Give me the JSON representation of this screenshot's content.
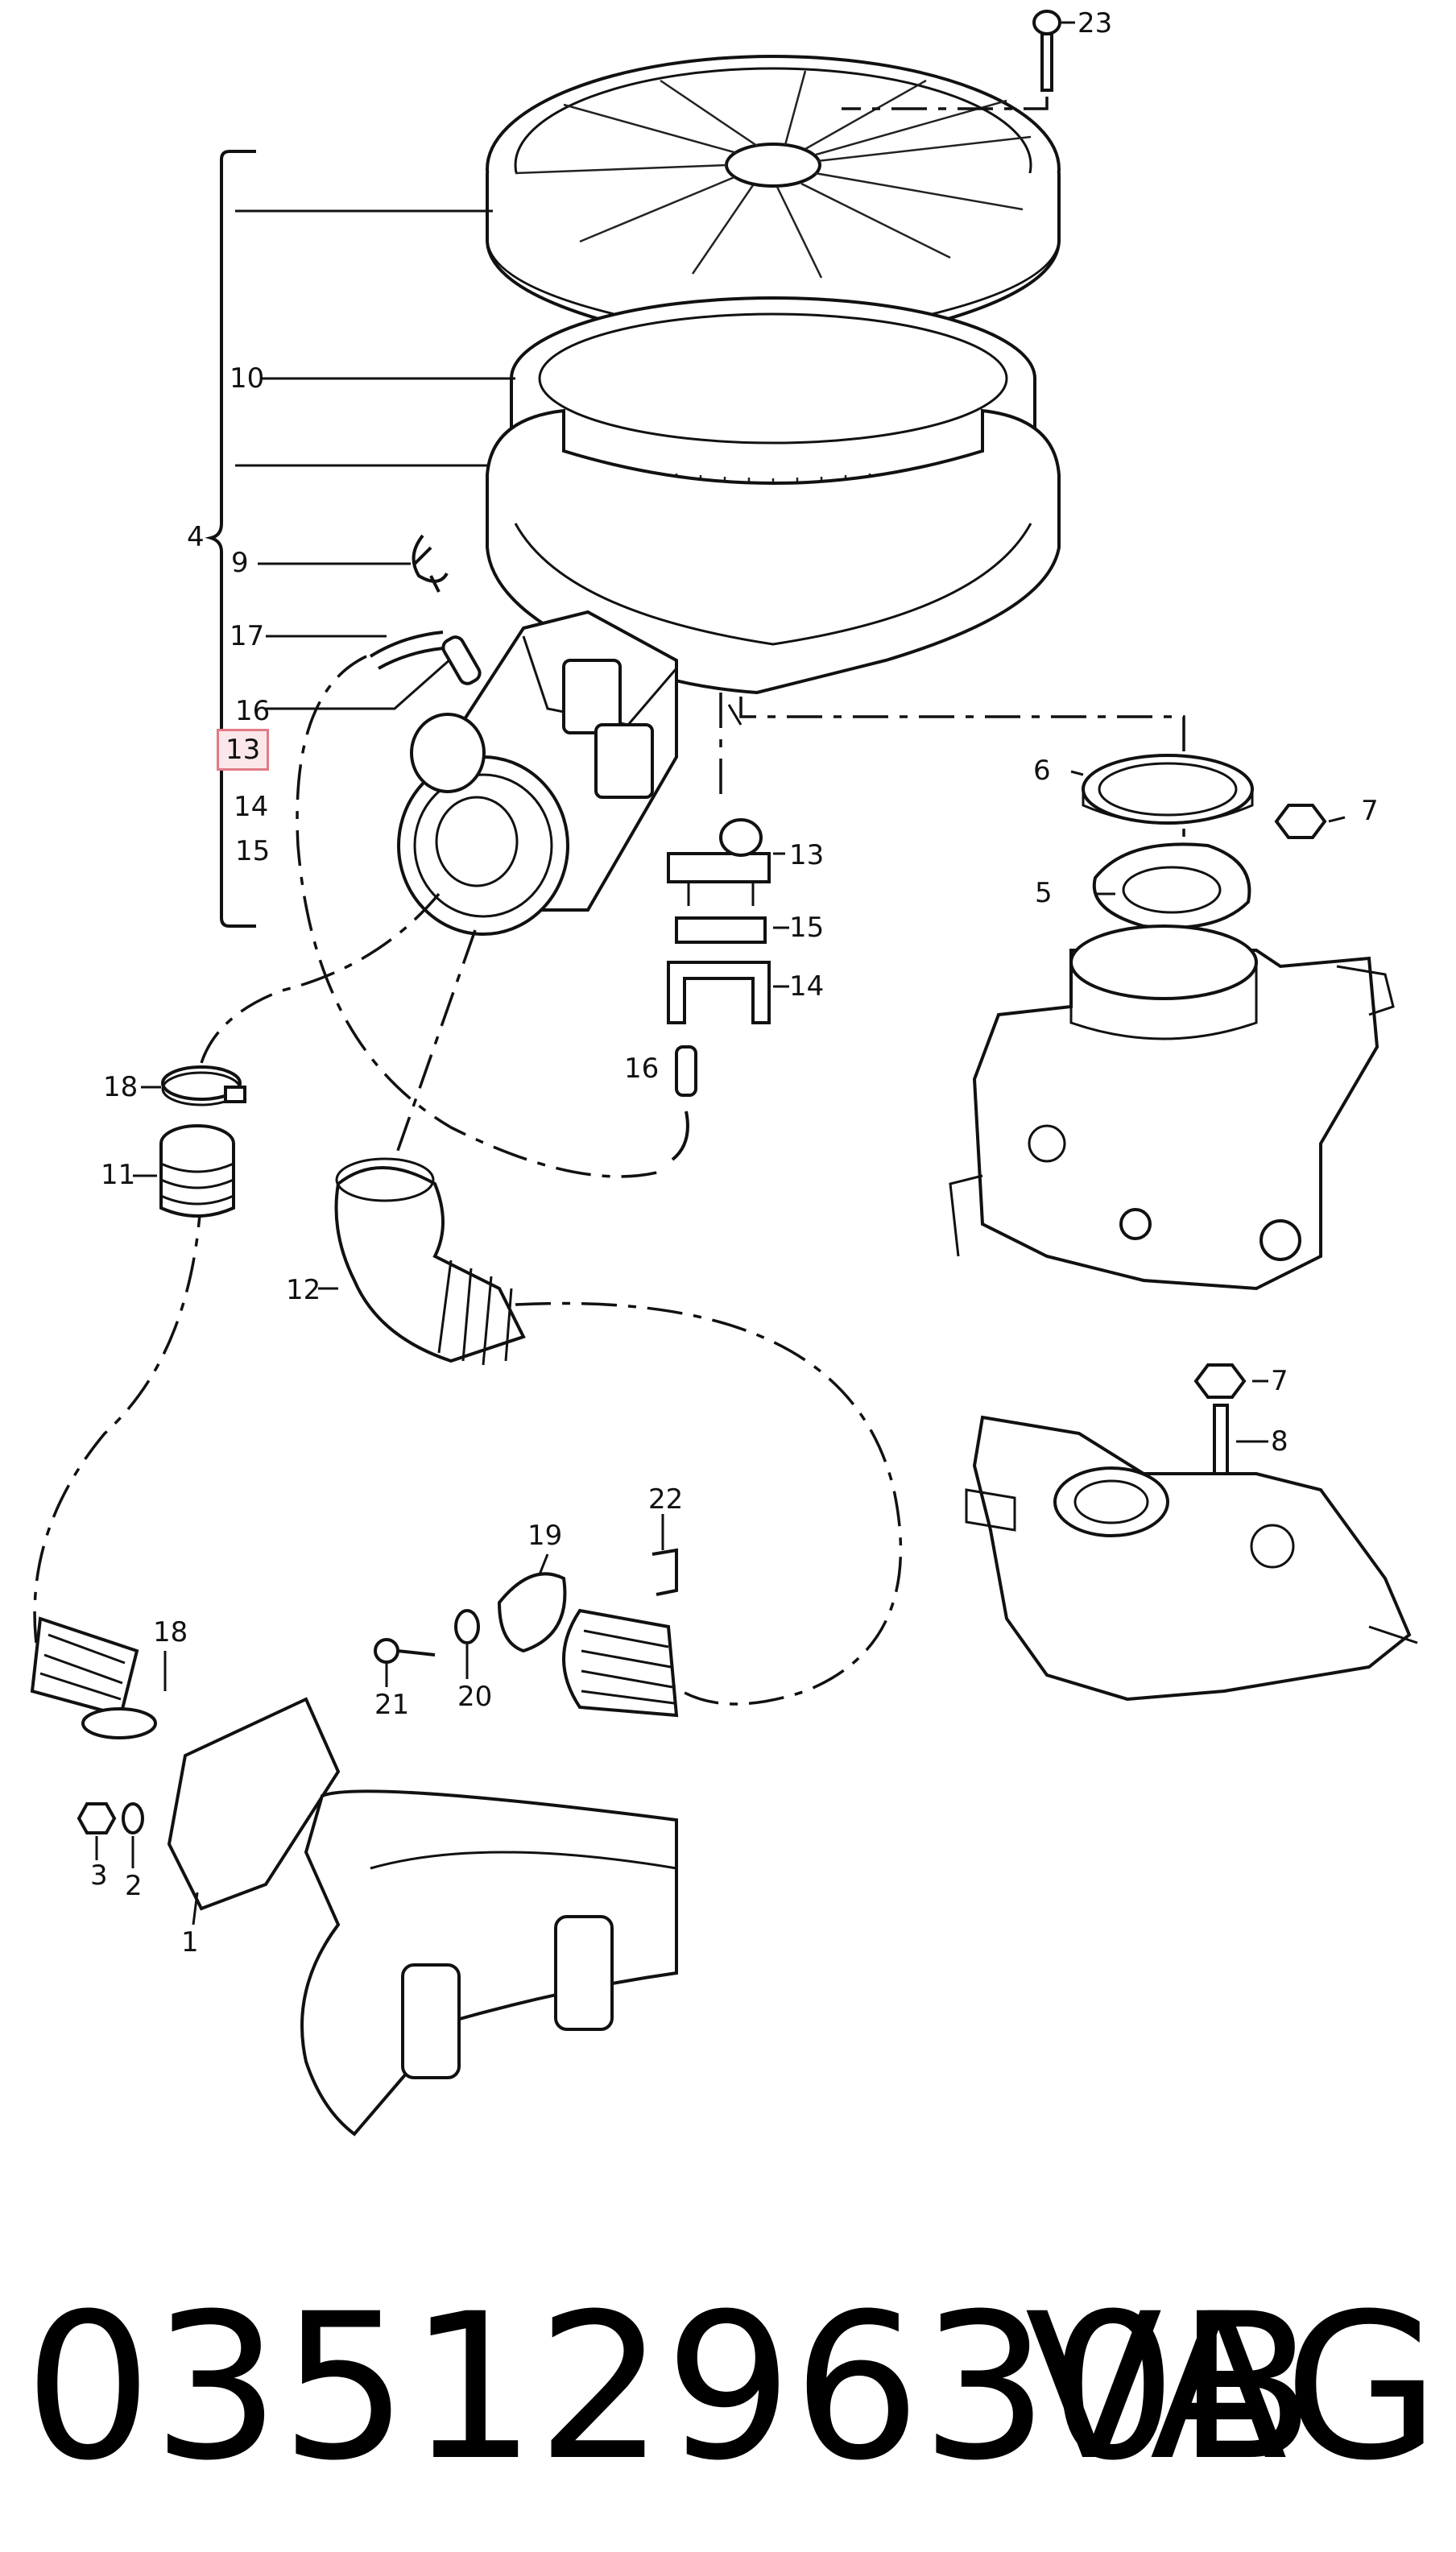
{
  "labels": {
    "l23": "23",
    "l10": "10",
    "l4": "4",
    "l9": "9",
    "l17": "17",
    "l16a": "16",
    "l13a": "13",
    "l14a": "14",
    "l15a": "15",
    "l6": "6",
    "l7a": "7",
    "l5": "5",
    "l13b": "13",
    "l15b": "15",
    "l14b": "14",
    "l16b": "16",
    "l18a": "18",
    "l11": "11",
    "l12": "12",
    "l7b": "7",
    "l8": "8",
    "l19": "19",
    "l22": "22",
    "l18b": "18",
    "l21": "21",
    "l20": "20",
    "l3": "3",
    "l2": "2",
    "l1": "1"
  },
  "footer": {
    "part_number": "035129630B",
    "brand": "VAG"
  }
}
